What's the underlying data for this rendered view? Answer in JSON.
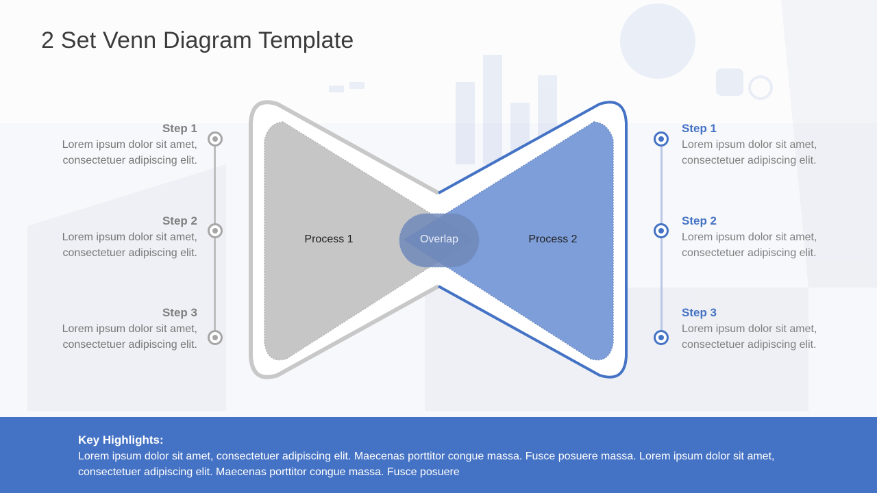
{
  "title": "2 Set Venn Diagram Template",
  "diagram": {
    "left_shape_label": "Process 1",
    "right_shape_label": "Process 2",
    "overlap_label": "Overlap"
  },
  "left_steps": [
    {
      "title": "Step 1",
      "text": "Lorem ipsum dolor sit amet, consectetuer adipiscing elit."
    },
    {
      "title": "Step 2",
      "text": "Lorem ipsum dolor sit amet, consectetuer adipiscing elit."
    },
    {
      "title": "Step 3",
      "text": "Lorem ipsum dolor sit amet, consectetuer adipiscing elit."
    }
  ],
  "right_steps": [
    {
      "title": "Step 1",
      "text": "Lorem ipsum dolor sit amet, consectetuer adipiscing elit."
    },
    {
      "title": "Step 2",
      "text": "Lorem ipsum dolor sit amet, consectetuer adipiscing elit."
    },
    {
      "title": "Step 3",
      "text": "Lorem ipsum dolor sit amet, consectetuer adipiscing elit."
    }
  ],
  "footer": {
    "title": "Key Highlights:",
    "text": "Lorem ipsum dolor sit amet, consectetuer adipiscing elit.  Maecenas porttitor congue massa. Fusce posuere massa. Lorem ipsum dolor sit amet, consectetuer adipiscing elit. Maecenas porttitor congue massa. Fusce posuere"
  },
  "colors": {
    "accent_blue": "#4472c4",
    "gray": "#a6a6a6",
    "title_text": "#3b3b3b"
  }
}
